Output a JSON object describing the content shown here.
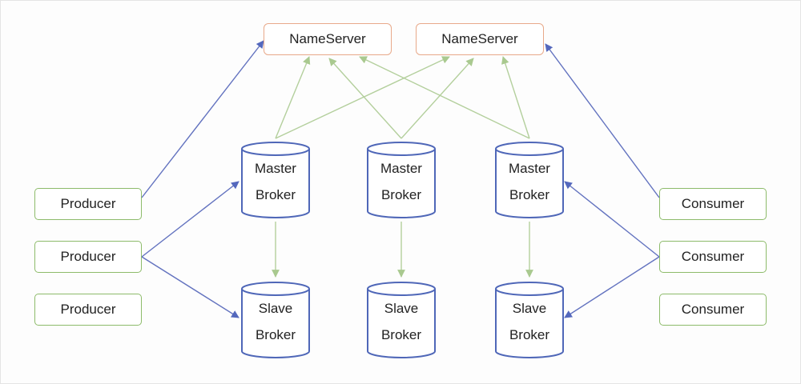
{
  "nameservers": [
    {
      "label": "NameServer"
    },
    {
      "label": "NameServer"
    }
  ],
  "producers": [
    {
      "label": "Producer"
    },
    {
      "label": "Producer"
    },
    {
      "label": "Producer"
    }
  ],
  "consumers": [
    {
      "label": "Consumer"
    },
    {
      "label": "Consumer"
    },
    {
      "label": "Consumer"
    }
  ],
  "masters": [
    {
      "line1": "Master",
      "line2": "Broker"
    },
    {
      "line1": "Master",
      "line2": "Broker"
    },
    {
      "line1": "Master",
      "line2": "Broker"
    }
  ],
  "slaves": [
    {
      "line1": "Slave",
      "line2": "Broker"
    },
    {
      "line1": "Slave",
      "line2": "Broker"
    },
    {
      "line1": "Slave",
      "line2": "Broker"
    }
  ],
  "colors": {
    "nameserver_border": "#e8a98a",
    "client_border": "#8dbb6a",
    "broker_border": "#4f67b8",
    "client_arrow": "#6272bf",
    "broker_arrow": "#b3cf9c"
  }
}
